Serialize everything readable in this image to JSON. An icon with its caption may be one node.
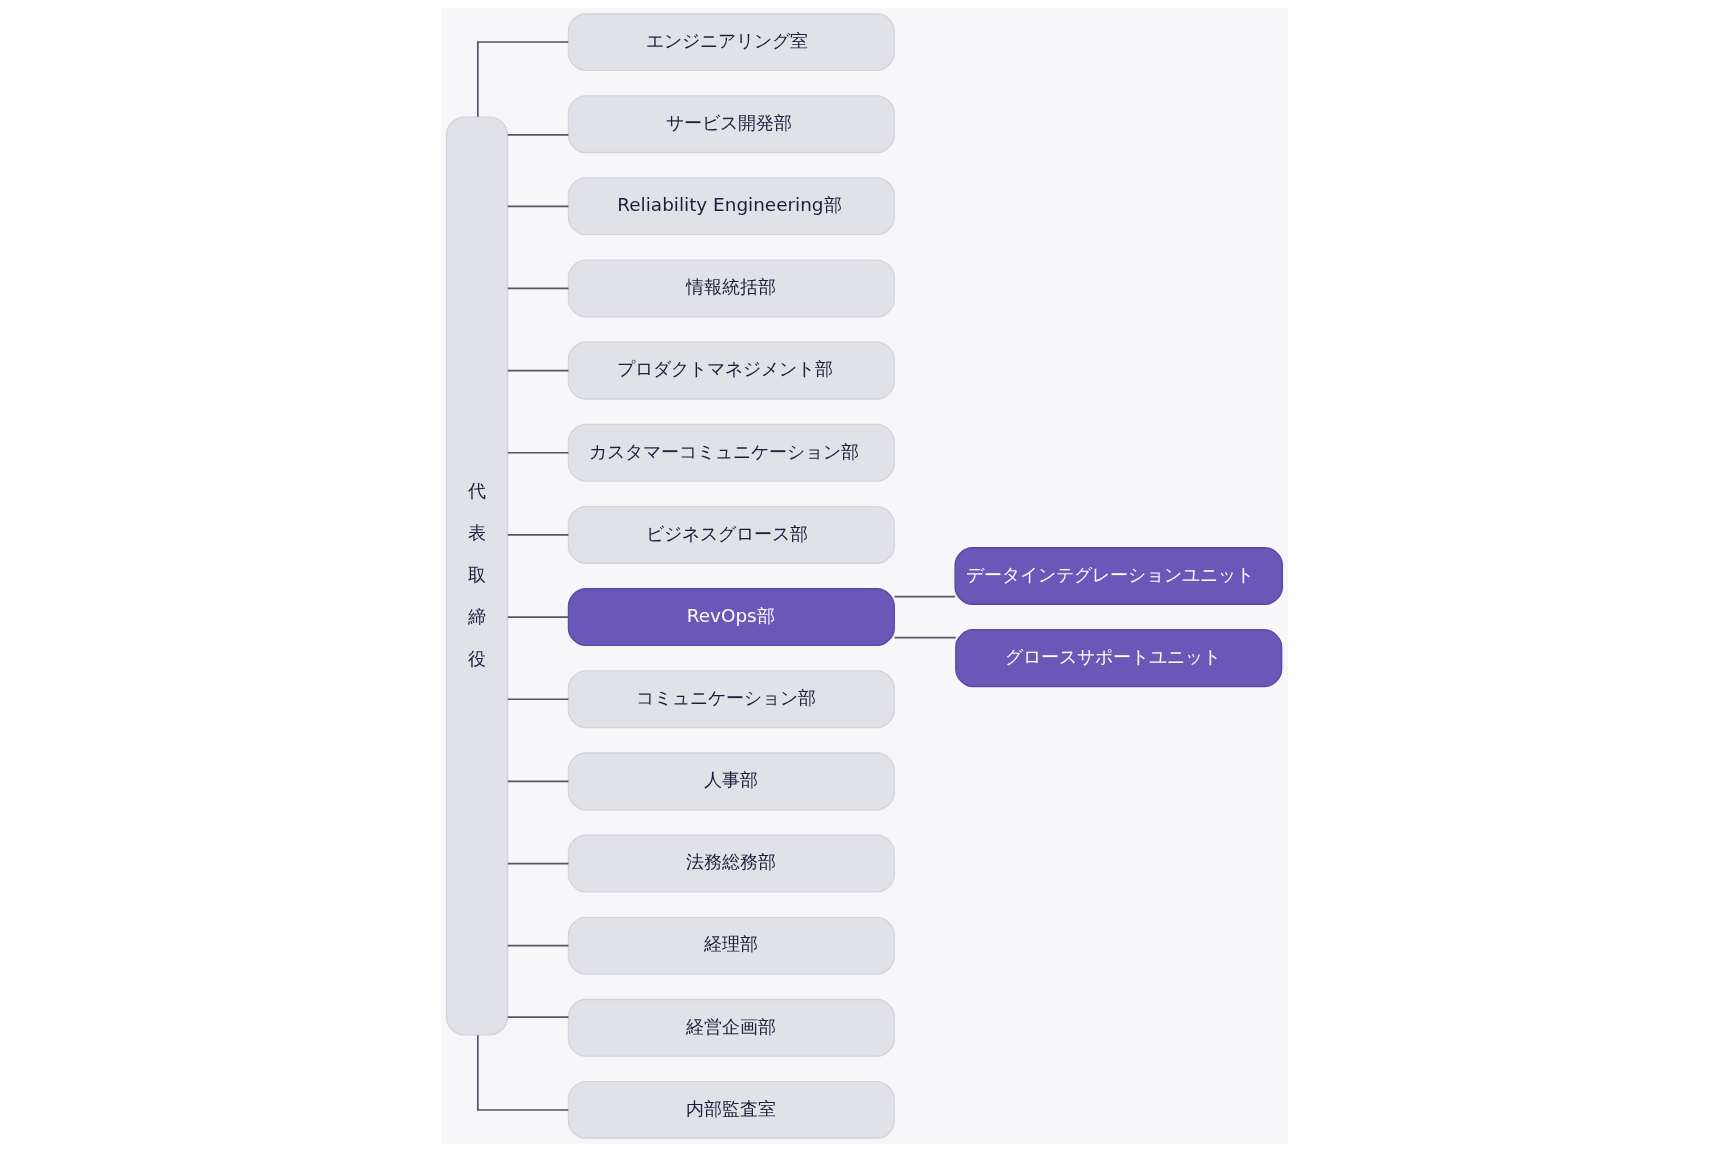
{
  "diagram": {
    "nodes": [
      {
        "text": [
          "代表取締役"
        ]
      },
      {
        "text": [
          "エンジニアリング室"
        ]
      },
      {
        "text": [
          "サービス開発部"
        ]
      },
      {
        "text": [
          "Reliability Engineering部"
        ]
      },
      {
        "text": [
          "情報統括部"
        ]
      },
      {
        "text": [
          "プロダクトマネジメント部"
        ]
      },
      {
        "text": [
          "カスタマーコミュニケーション部"
        ]
      },
      {
        "text": [
          "ビジネスグロース部"
        ]
      },
      {
        "text": [
          "RevOps部"
        ]
      },
      {
        "text": [
          "コミュニケーション部"
        ]
      },
      {
        "text": [
          "人事部"
        ]
      },
      {
        "text": [
          "法務総務部"
        ]
      },
      {
        "text": [
          "経理部"
        ]
      },
      {
        "text": [
          "経営企画部"
        ]
      },
      {
        "text": [
          "内部監査室"
        ]
      },
      {
        "text": [
          "データインテグレーションユニット"
        ]
      },
      {
        "text": [
          "グロースサポートユニット"
        ]
      }
    ],
    "edges": [
      {
        "from": 0,
        "to": 1,
        "arrow": "none"
      },
      {
        "from": 0,
        "to": 2,
        "arrow": "none"
      },
      {
        "from": 0,
        "to": 3,
        "arrow": "none"
      },
      {
        "from": 0,
        "to": 4,
        "arrow": "none"
      },
      {
        "from": 0,
        "to": 5,
        "arrow": "none"
      },
      {
        "from": 0,
        "to": 6,
        "arrow": "none"
      },
      {
        "from": 0,
        "to": 7,
        "arrow": "none"
      },
      {
        "from": 0,
        "to": 8,
        "arrow": "none"
      },
      {
        "from": 0,
        "to": 9,
        "arrow": "none"
      },
      {
        "from": 0,
        "to": 10,
        "arrow": "none"
      },
      {
        "from": 0,
        "to": 11,
        "arrow": "none"
      },
      {
        "from": 0,
        "to": 12,
        "arrow": "none"
      },
      {
        "from": 0,
        "to": 13,
        "arrow": "none"
      },
      {
        "from": 0,
        "to": 14,
        "arrow": "none"
      },
      {
        "from": 8,
        "to": 15,
        "arrow": "none"
      },
      {
        "from": 8,
        "to": 16,
        "arrow": "none"
      }
    ]
  }
}
